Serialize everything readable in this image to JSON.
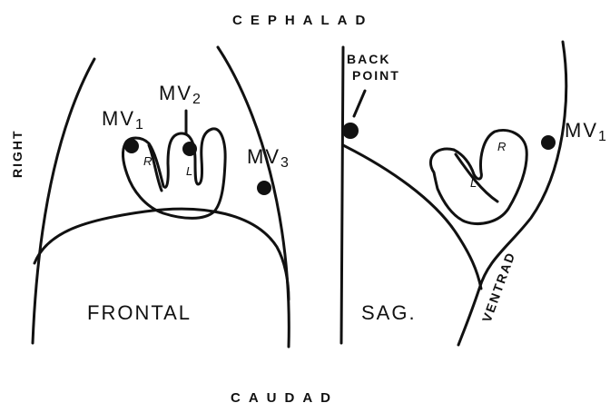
{
  "labels": {
    "top": "CEPHALAD",
    "bottom": "CAUDAD",
    "right_side": "RIGHT",
    "frontal_title": "FRONTAL",
    "sag_title": "SAG.",
    "ventrad": "VENTRAD",
    "back_point_line1": "BACK",
    "back_point_line2": "POINT"
  },
  "frontal": {
    "mv1": "MV",
    "mv1_sub": "1",
    "mv2": "MV",
    "mv2_sub": "2",
    "mv3": "MV",
    "mv3_sub": "3",
    "right_lung": "R",
    "left_lung": "L"
  },
  "sagittal": {
    "mv1": "MV",
    "mv1_sub": "1",
    "right_lung": "R",
    "left_lung": "L"
  }
}
